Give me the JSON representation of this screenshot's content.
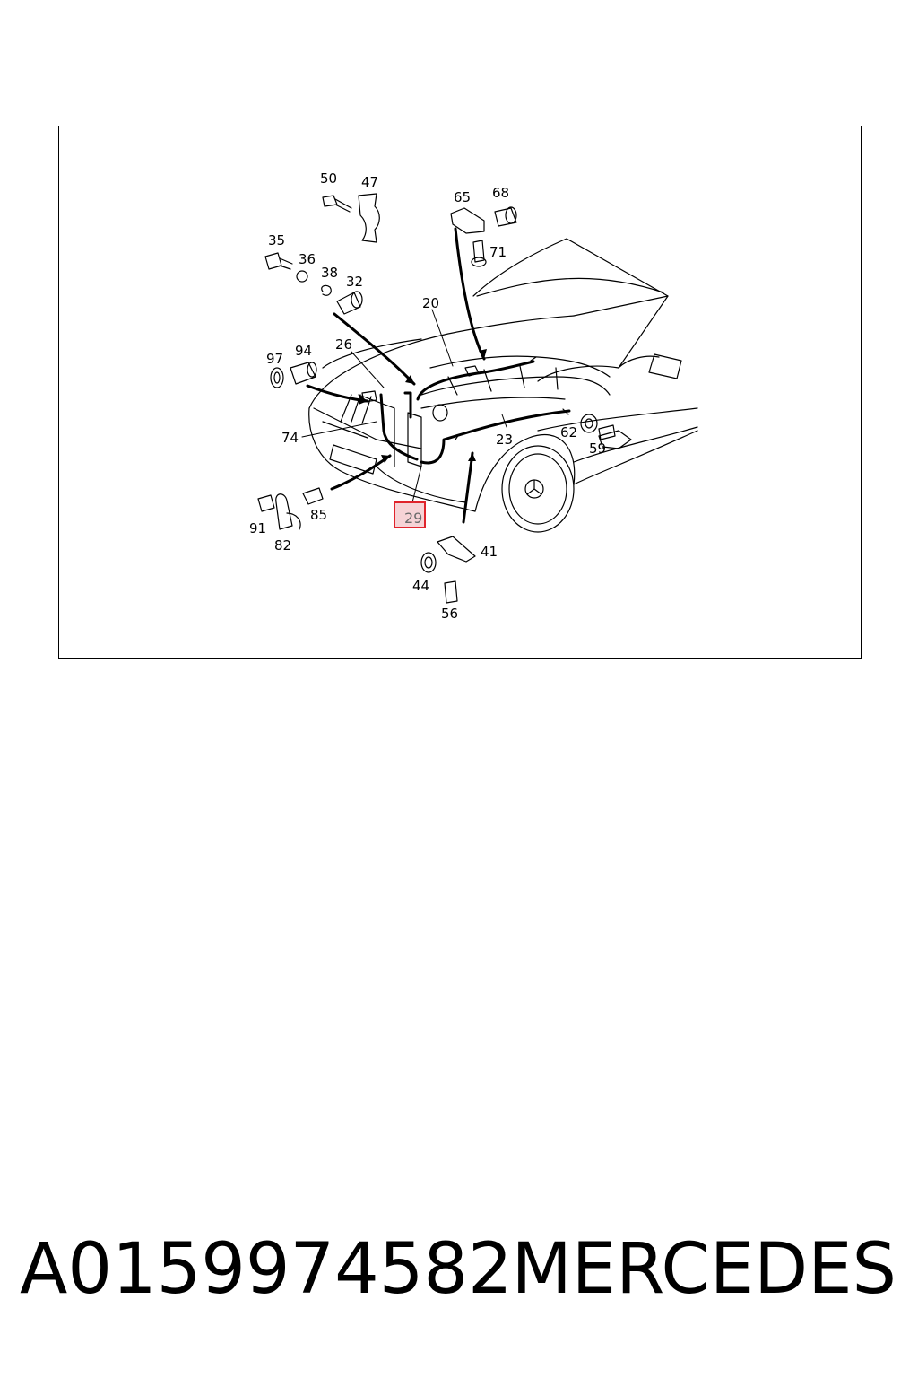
{
  "diagram": {
    "callouts": [
      {
        "id": "50",
        "label": "50"
      },
      {
        "id": "47",
        "label": "47"
      },
      {
        "id": "65",
        "label": "65"
      },
      {
        "id": "68",
        "label": "68"
      },
      {
        "id": "35",
        "label": "35"
      },
      {
        "id": "36",
        "label": "36"
      },
      {
        "id": "38",
        "label": "38"
      },
      {
        "id": "32",
        "label": "32"
      },
      {
        "id": "71",
        "label": "71"
      },
      {
        "id": "20",
        "label": "20"
      },
      {
        "id": "97",
        "label": "97"
      },
      {
        "id": "94",
        "label": "94"
      },
      {
        "id": "26",
        "label": "26"
      },
      {
        "id": "74",
        "label": "74"
      },
      {
        "id": "23",
        "label": "23"
      },
      {
        "id": "62",
        "label": "62"
      },
      {
        "id": "59",
        "label": "59"
      },
      {
        "id": "91",
        "label": "91"
      },
      {
        "id": "85",
        "label": "85"
      },
      {
        "id": "82",
        "label": "82"
      },
      {
        "id": "41",
        "label": "41"
      },
      {
        "id": "44",
        "label": "44"
      },
      {
        "id": "56",
        "label": "56"
      }
    ],
    "highlighted": {
      "label": "29",
      "border_color": "#e0242c",
      "fill_color": "#f6d3d6",
      "text_color": "#6b6b6b"
    }
  },
  "footer": {
    "part_number": "A0159974582",
    "brand": "MERCEDES"
  }
}
